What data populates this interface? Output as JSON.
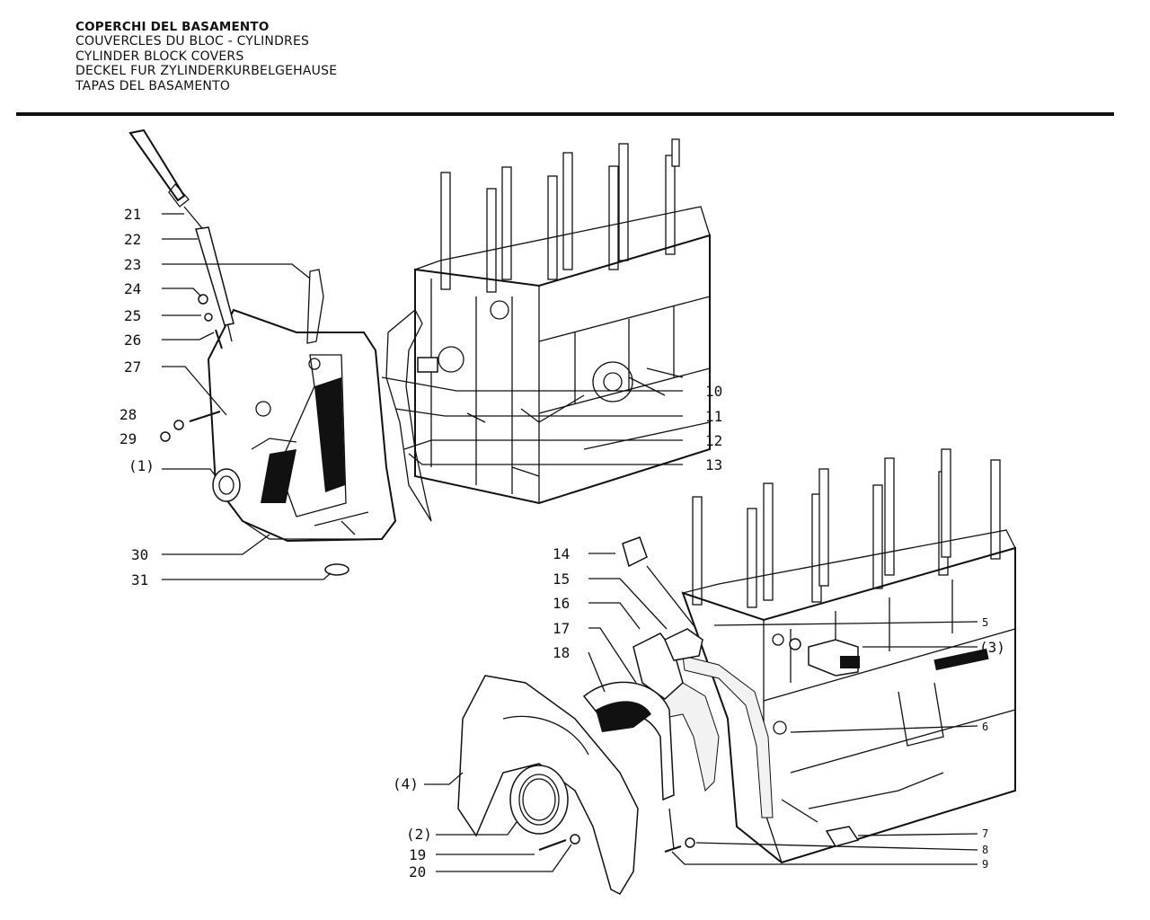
{
  "titles": [
    "COPERCHI DEL BASAMENTO",
    "COUVERCLES DU BLOC - CYLINDRES",
    "CYLINDER BLOCK COVERS",
    "DECKEL FUR ZYLINDERKURBELGEHAUSE",
    "TAPAS DEL BASAMENTO"
  ],
  "callouts_left": [
    "21",
    "22",
    "23",
    "24",
    "25",
    "26",
    "27",
    "28",
    "29",
    "(1)",
    "30",
    "31"
  ],
  "callouts_right_top": [
    "10",
    "11",
    "12",
    "13"
  ],
  "callouts_middle": [
    "14",
    "15",
    "16",
    "17",
    "18"
  ],
  "callouts_right_bottom": [
    "5",
    "(3)",
    "6",
    "7",
    "8",
    "9"
  ],
  "callouts_bottom_left": [
    "(4)",
    "(2)",
    "19",
    "20"
  ]
}
